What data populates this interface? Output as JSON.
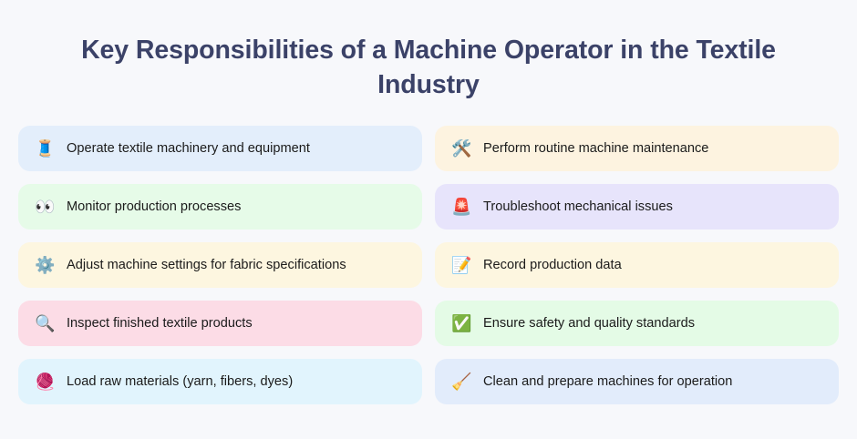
{
  "page": {
    "background_color": "#f7f8fb",
    "title": "Key Responsibilities of a Machine Operator in the Textile Industry",
    "title_color": "#3b4268"
  },
  "left_column": {
    "items": [
      {
        "icon": "🧵",
        "icon_name": "thread-spool-icon",
        "label": "Operate textile machinery and equipment",
        "background_color": "#e3eefb"
      },
      {
        "icon": "👀",
        "icon_name": "eyes-icon",
        "label": "Monitor production processes",
        "background_color": "#e6fbe8"
      },
      {
        "icon": "⚙️",
        "icon_name": "gear-icon",
        "label": "Adjust machine settings for fabric specifications",
        "background_color": "#fdf6e0"
      },
      {
        "icon": "🔍",
        "icon_name": "magnifying-glass-icon",
        "label": "Inspect finished textile products",
        "background_color": "#fcdce6"
      },
      {
        "icon": "🧶",
        "icon_name": "yarn-ball-icon",
        "label": "Load raw materials (yarn, fibers, dyes)",
        "background_color": "#e1f4fd"
      }
    ]
  },
  "right_column": {
    "items": [
      {
        "icon": "🛠️",
        "icon_name": "hammer-and-wrench-icon",
        "label": "Perform routine machine maintenance",
        "background_color": "#fdf3e0"
      },
      {
        "icon": "🚨",
        "icon_name": "rotating-light-icon",
        "label": "Troubleshoot mechanical issues",
        "background_color": "#e7e4fb"
      },
      {
        "icon": "📝",
        "icon_name": "memo-icon",
        "label": "Record production data",
        "background_color": "#fdf6e0"
      },
      {
        "icon": "✅",
        "icon_name": "check-mark-button-icon",
        "label": "Ensure safety and quality standards",
        "background_color": "#e4fbe6"
      },
      {
        "icon": "🧹",
        "icon_name": "broom-icon",
        "label": "Clean and prepare machines for operation",
        "background_color": "#e2ecfb"
      }
    ]
  }
}
